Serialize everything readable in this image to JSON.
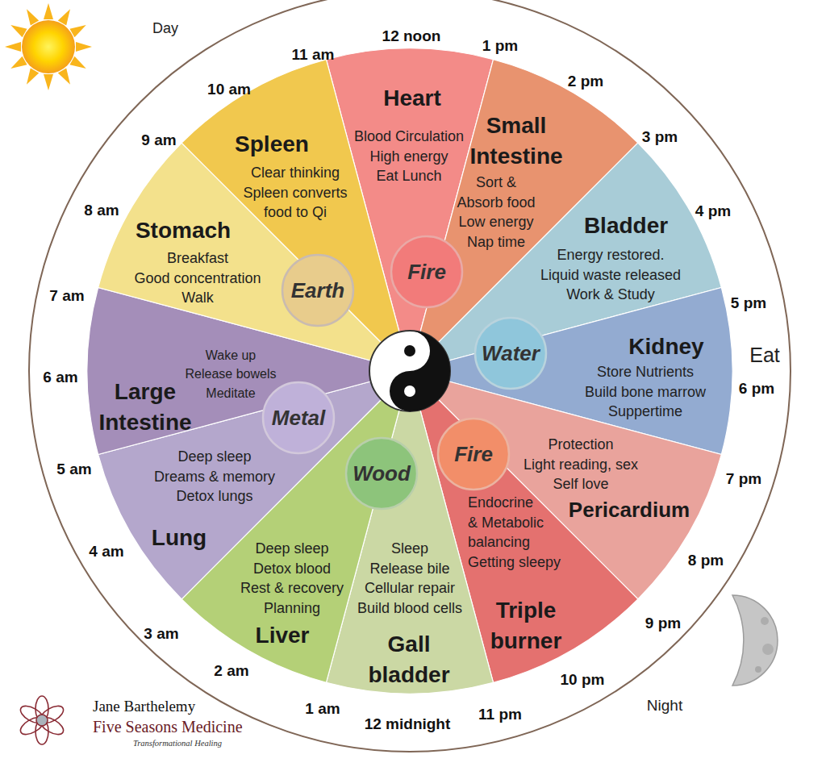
{
  "diagram": {
    "nodes": [
      {
        "text": [
          "Heart",
          "Blood Circulation High energy Eat Lunch"
        ]
      },
      {
        "text": [
          "Small Intestine",
          "Sort & Absorb food Low energy Nap time"
        ]
      },
      {
        "text": [
          "Bladder",
          "Energy restored. Liquid waste released Work & Study"
        ]
      },
      {
        "text": [
          "Kidney",
          "Store Nutrients Build bone marrow Suppertime"
        ]
      },
      {
        "text": [
          "Pericardium",
          "Protection Light reading, sex Self love"
        ]
      },
      {
        "text": [
          "Triple burner",
          "Endocrine & Metabolic balancing Getting sleepy"
        ]
      },
      {
        "text": [
          "Gall bladder",
          "Sleep Release bile Cellular repair Build blood cells"
        ]
      },
      {
        "text": [
          "Liver",
          "Deep sleep Detox blood Rest & recovery Planning"
        ]
      },
      {
        "text": [
          "Lung",
          "Deep sleep Dreams & memory Detox lungs"
        ]
      },
      {
        "text": [
          "Large Intestine",
          "Wake up Release bowels Meditate"
        ]
      },
      {
        "text": [
          "Stomach",
          "Breakfast Good concentration Walk"
        ]
      },
      {
        "text": [
          "Spleen",
          "Clear thinking Spleen converts food to Qi"
        ]
      },
      {
        "text": [
          "Fire"
        ]
      },
      {
        "text": [
          "Water"
        ]
      },
      {
        "text": [
          "Fire"
        ]
      },
      {
        "text": [
          "Wood"
        ]
      },
      {
        "text": [
          "Metal"
        ]
      },
      {
        "text": [
          "Earth"
        ]
      }
    ],
    "labels": [
      "Day",
      "12 noon",
      "1 pm",
      "2 pm",
      "3 pm",
      "4 pm",
      "5 pm",
      "6 pm",
      "7 pm",
      "8 pm",
      "9 pm",
      "10 pm",
      "11 pm",
      "12 midnight",
      "1 am",
      "2 am",
      "3 am",
      "4 am",
      "5 am",
      "6 am",
      "7 am",
      "8 am",
      "9 am",
      "10 am",
      "11 am",
      "Eat",
      "Night",
      "Jane Barthelemy",
      "Five Seasons Medicine",
      "Transformational Healing"
    ]
  }
}
